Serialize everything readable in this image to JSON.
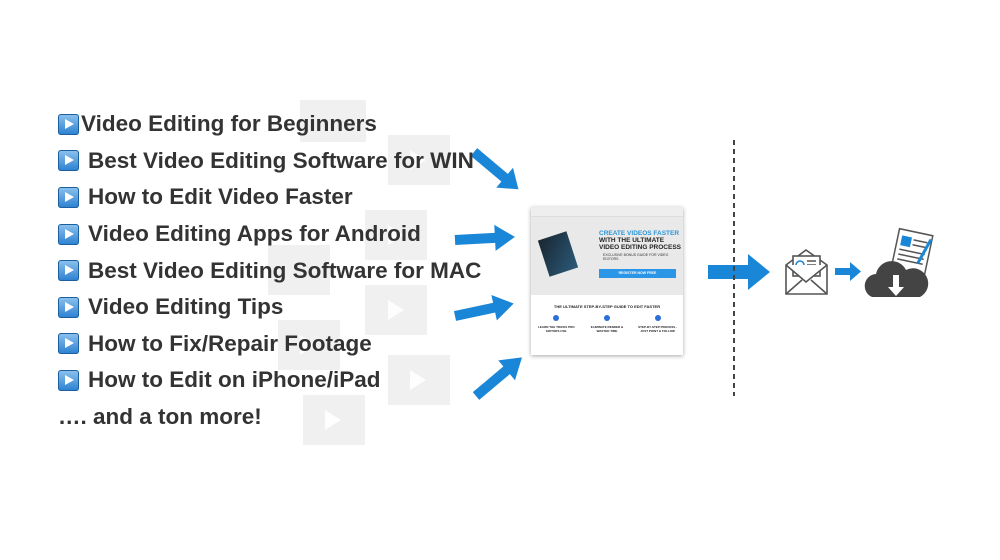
{
  "topics": [
    {
      "label": "Video Editing for Beginners"
    },
    {
      "label": "Best Video Editing Software for WIN"
    },
    {
      "label": "How to Edit Video Faster"
    },
    {
      "label": "Video Editing Apps for Android"
    },
    {
      "label": "Best Video Editing Software for MAC"
    },
    {
      "label": "Video Editing Tips"
    },
    {
      "label": "How to Fix/Repair Footage"
    },
    {
      "label": "How to Edit on iPhone/iPad"
    }
  ],
  "more": "…. and a ton more!",
  "landing_page": {
    "headline_accent": "CREATE VIDEOS FASTER",
    "headline_line2": "WITH THE ULTIMATE",
    "headline_line3": "VIDEO EDITING PROCESS",
    "subtitle": "EXCLUSIVE BONUS GUIDE FOR VIDEO EDITORS",
    "cta": "REGISTER NOW FREE",
    "section_title": "THE ULTIMATE STEP-BY-STEP GUIDE TO EDIT FASTER",
    "steps": [
      {
        "num": "1",
        "title": "LEARN THE TRICKS PRO EDITORS USE"
      },
      {
        "num": "2",
        "title": "ELIMINATE RENDER & WASTED TIME"
      },
      {
        "num": "3",
        "title": "STEP-BY-STEP PROCESS - JUST POINT & FOLLOW"
      }
    ]
  },
  "colors": {
    "arrow": "#1a86d8",
    "text": "#333333"
  }
}
